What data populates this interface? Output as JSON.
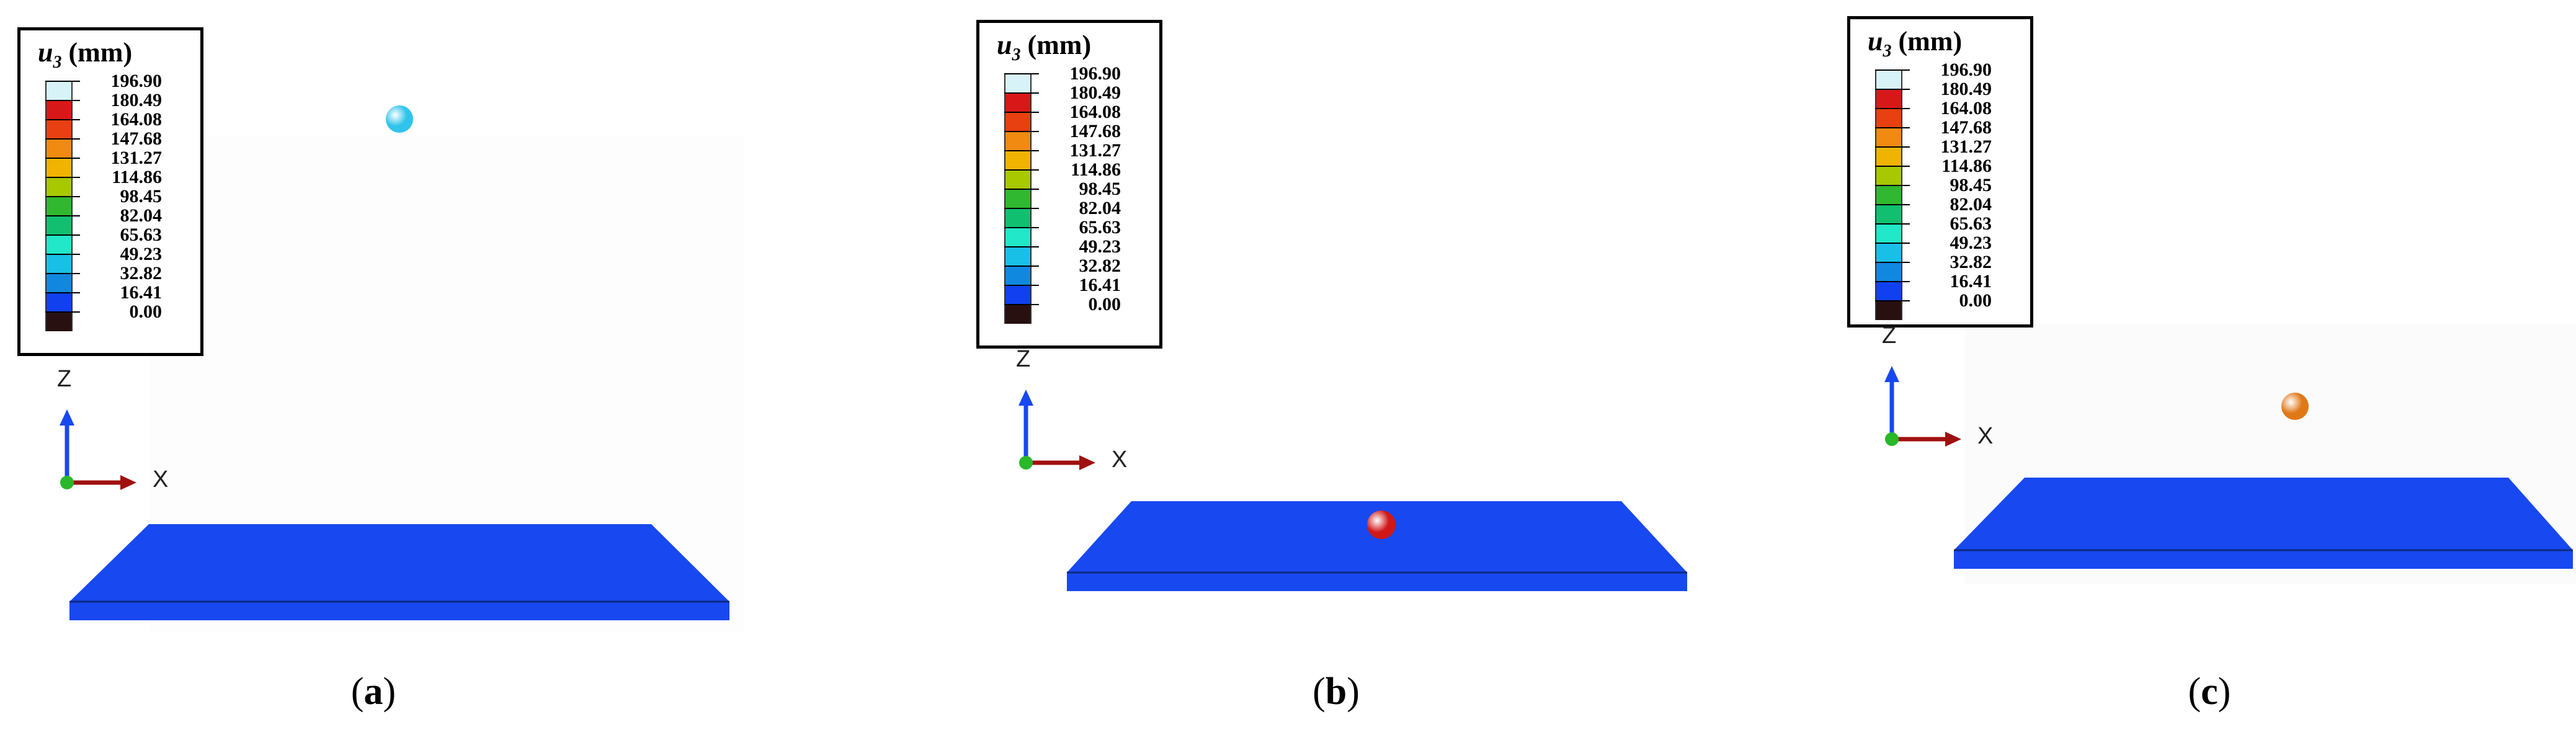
{
  "legend": {
    "symbol": "u",
    "subscript": "3",
    "unit": "(mm)",
    "values": [
      "196.90",
      "180.49",
      "164.08",
      "147.68",
      "131.27",
      "114.86",
      "98.45",
      "82.04",
      "65.63",
      "49.23",
      "32.82",
      "16.41",
      "0.00"
    ],
    "colors": [
      "#d8f3f7",
      "#d81818",
      "#e84010",
      "#f08a10",
      "#f0b400",
      "#a8c800",
      "#30b830",
      "#10c070",
      "#20e8c8",
      "#18c0e8",
      "#1088e0",
      "#1040f0",
      "#281010"
    ]
  },
  "axes": {
    "z_label": "Z",
    "x_label": "X"
  },
  "panels": [
    {
      "caption": "a",
      "sphere_color": "#30c4ec"
    },
    {
      "caption": "b",
      "sphere_color": "#d01818"
    },
    {
      "caption": "c",
      "sphere_color": "#e07818"
    }
  ],
  "plate_color": "#1848f0"
}
